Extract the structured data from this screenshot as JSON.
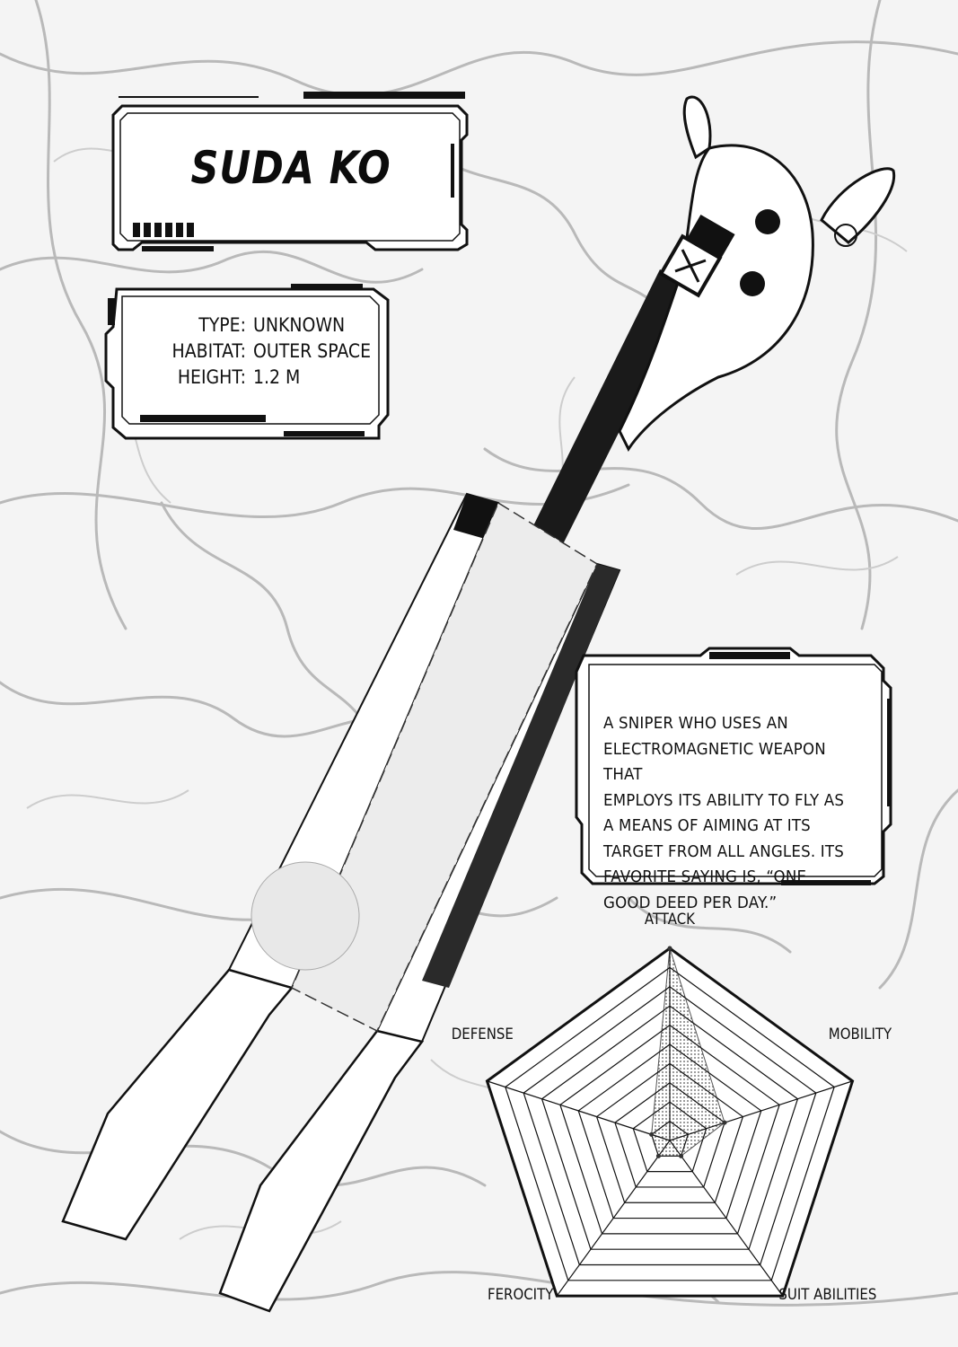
{
  "profile": {
    "name": "SUDA KO",
    "info": [
      {
        "label": "TYPE:",
        "value": "UNKNOWN"
      },
      {
        "label": "HABITAT:",
        "value": "OUTER SPACE"
      },
      {
        "label": "HEIGHT:",
        "value": "1.2 M"
      }
    ],
    "description": "A SNIPER WHO USES AN\nELECTROMAGNETIC WEAPON THAT\nEMPLOYS ITS ABILITY TO FLY AS\nA MEANS OF AIMING AT ITS\nTARGET FROM ALL ANGLES. ITS\nFAVORITE SAYING IS, “ONE\nGOOD DEED PER DAY.”"
  },
  "stats": {
    "axes": [
      "ATTACK",
      "MOBILITY",
      "SUIT ABILITIES",
      "FEROCITY",
      "DEFENSE"
    ],
    "max": 10,
    "values": [
      10,
      3,
      1,
      1,
      1
    ]
  }
}
